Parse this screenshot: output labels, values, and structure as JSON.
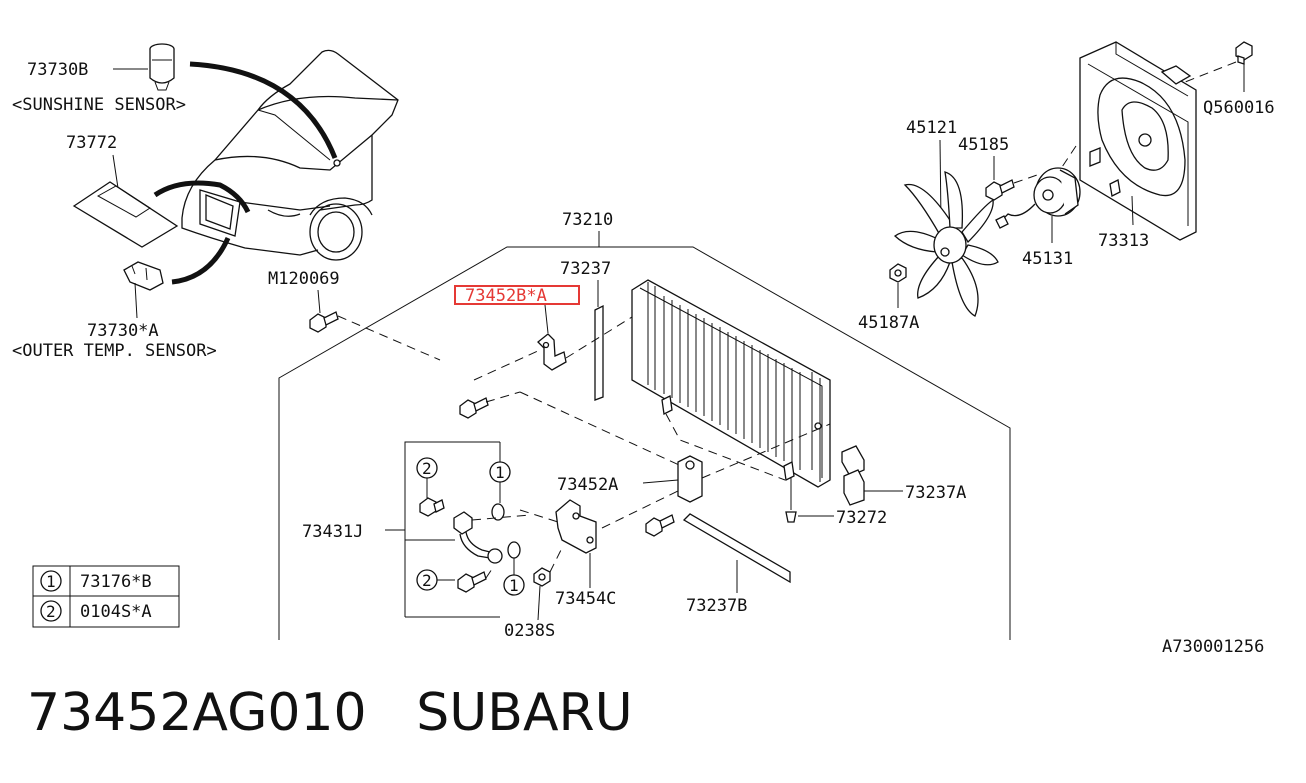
{
  "labels": {
    "sunshine_part": "73730B",
    "sunshine_name": "<SUNSHINE SENSOR>",
    "l73772": "73772",
    "outer_part": "73730*A",
    "outer_name": "<OUTER TEMP. SENSOR>",
    "m120069": "M120069",
    "l73210": "73210",
    "l73237": "73237",
    "l73452b": "73452B*A",
    "l73452a": "73452A",
    "l73431j": "73431J",
    "l73454c": "73454C",
    "l0238s": "0238S",
    "l73237b": "73237B",
    "l73272": "73272",
    "l73237a": "73237A",
    "l45121": "45121",
    "l45185": "45185",
    "l45131": "45131",
    "l45187a": "45187A",
    "l73313": "73313",
    "lq560016": "Q560016",
    "circle1": "1",
    "circle2": "2"
  },
  "legend": [
    {
      "key": "1",
      "part": "73176*B"
    },
    {
      "key": "2",
      "part": "0104S*A"
    }
  ],
  "reference_code": "A730001256",
  "highlighted_part": "73452B*A",
  "highlight_color": "#e53935",
  "footer": {
    "part_number": "73452AG010",
    "brand": "SUBARU"
  }
}
